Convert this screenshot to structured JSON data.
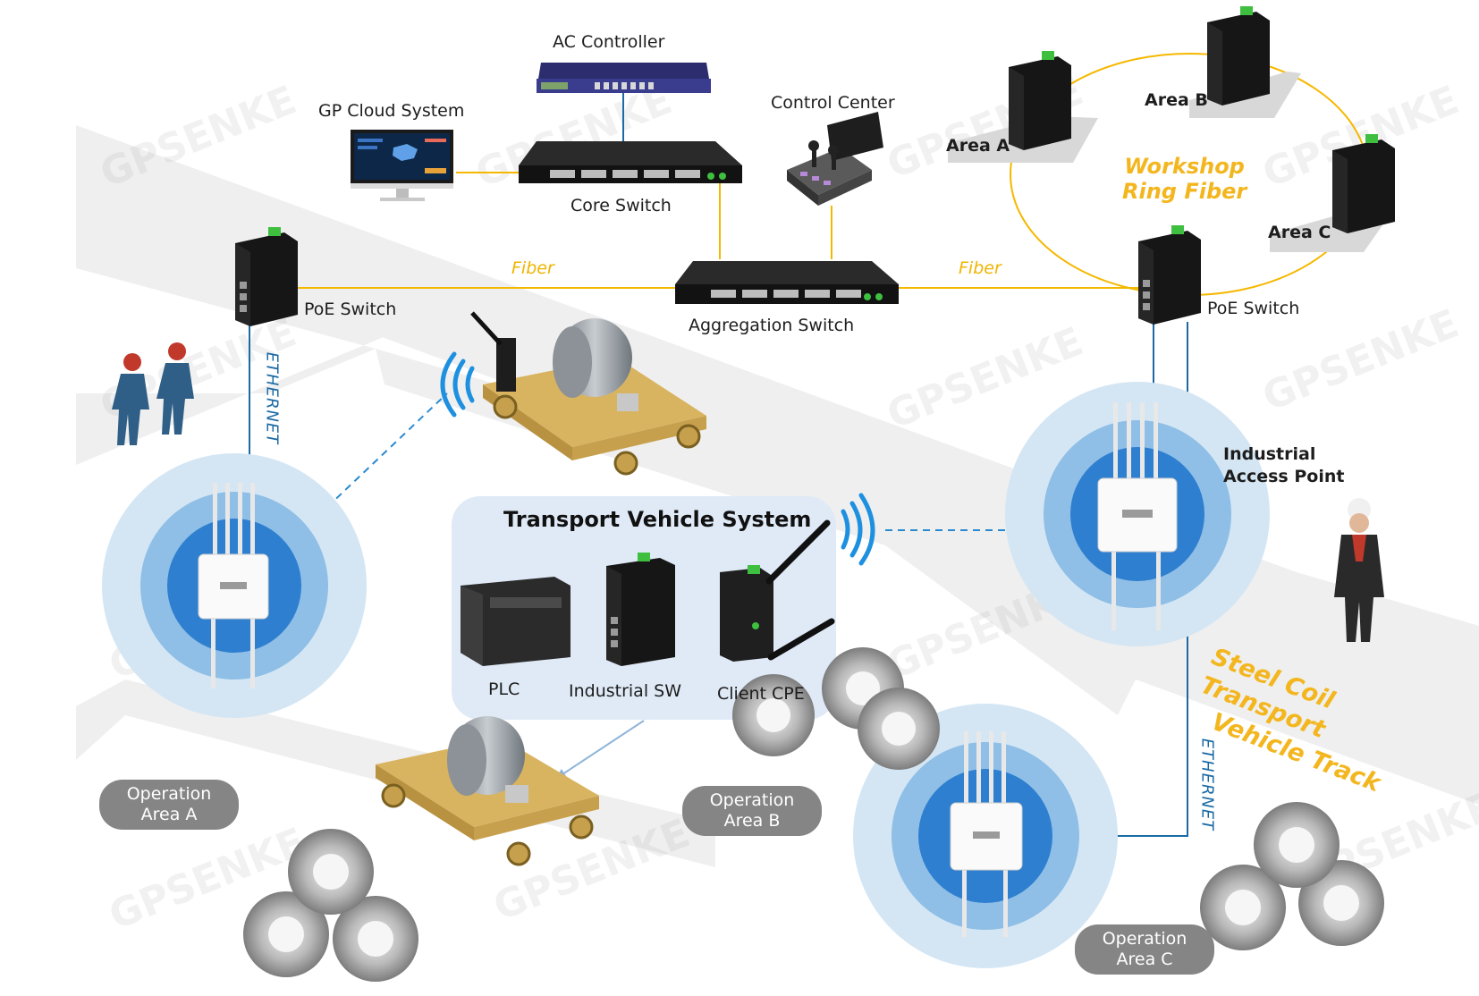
{
  "labels": {
    "ac_controller": "AC Controller",
    "gp_cloud": "GP Cloud System",
    "core_switch": "Core Switch",
    "control_center": "Control Center",
    "aggregation_switch": "Aggregation Switch",
    "poe_switch_left": "PoE Switch",
    "poe_switch_right": "PoE Switch",
    "fiber_left": "Fiber",
    "fiber_right": "Fiber",
    "area_a": "Area A",
    "area_b": "Area B",
    "area_c": "Area C",
    "ring_line1": "Workshop",
    "ring_line2": "Ring Fiber",
    "ethernet_left": "ETHERNET",
    "ethernet_right": "ETHERNET",
    "industrial_ap_line1": "Industrial",
    "industrial_ap_line2": "Access Point",
    "tvs_title": "Transport Vehicle System",
    "plc": "PLC",
    "industrial_sw": "Industrial SW",
    "client_cpe": "Client CPE",
    "track_line1": "Steel Coil Transport",
    "track_line2": "Vehicle Track",
    "op_a_line1": "Operation",
    "op_a_line2": "Area A",
    "op_b_line1": "Operation",
    "op_b_line2": "Area B",
    "op_c_line1": "Operation",
    "op_c_line2": "Area C"
  },
  "watermark": "GPSENKE",
  "colors": {
    "fiber_line": "#f5b800",
    "ethernet_line": "#1b6aa5",
    "wifi_ring_outer": "#d4e6f4",
    "wifi_ring_mid": "#8fbfe6",
    "wifi_ring_inner": "#2f7fd0",
    "panel_bg": "#dfeaf6",
    "pill_bg": "#858585",
    "road": "#eeeeee",
    "device_body": "#1c1c1c",
    "device_accent": "#3fbf3f",
    "cart": "#d9b460"
  },
  "icons": {
    "ac_controller": "rack-controller-icon",
    "gp_cloud": "monitor-dashboard-icon",
    "core_switch": "rack-switch-icon",
    "control_center": "joystick-console-icon",
    "aggregation_switch": "rack-switch-icon",
    "poe_switch": "din-rail-switch-icon",
    "access_point": "outdoor-access-point-icon",
    "plc": "plc-module-icon",
    "client_cpe": "cpe-router-icon",
    "cart": "transport-cart-icon",
    "steel_coils": "steel-coil-stack-icon",
    "workers": "worker-icon"
  }
}
